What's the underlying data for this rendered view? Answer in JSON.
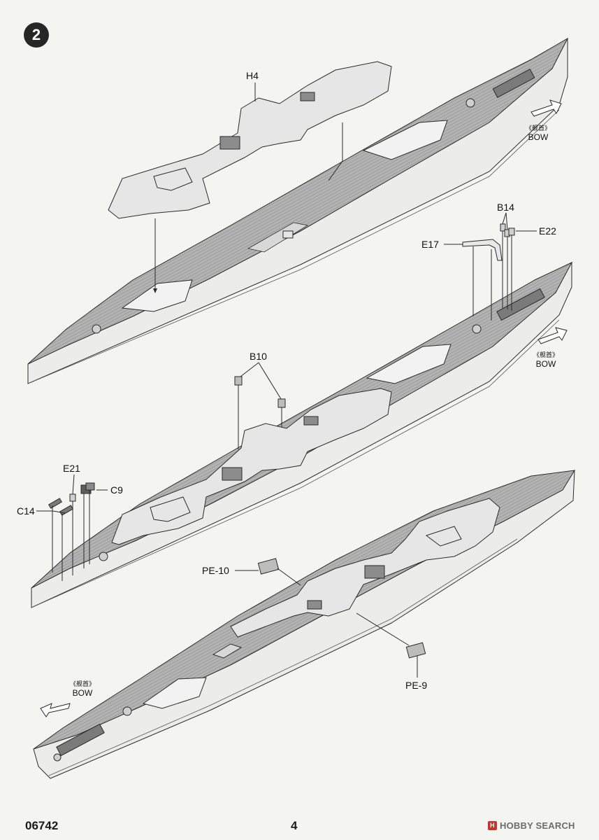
{
  "step_number": "2",
  "footer": {
    "kit_number": "06742",
    "page_number": "4"
  },
  "watermark": {
    "logo": "H",
    "text": "HOBBY SEARCH"
  },
  "bow_labels": [
    {
      "zh": "《舰首》",
      "en": "BOW"
    },
    {
      "zh": "《舰首》",
      "en": "BOW"
    },
    {
      "zh": "《舰首》",
      "en": "BOW"
    }
  ],
  "callouts": {
    "h4": "H4",
    "b14": "B14",
    "e22": "E22",
    "e17": "E17",
    "b10": "B10",
    "e21": "E21",
    "c9": "C9",
    "c14": "C14",
    "pe10": "PE-10",
    "pe9": "PE-9"
  },
  "colors": {
    "deck": "#b3b3b3",
    "plank": "#8e8e8e",
    "hull_side": "#ececea",
    "line": "#2a2a2a",
    "badge": "#262626",
    "watermark_red": "#c9342a"
  }
}
